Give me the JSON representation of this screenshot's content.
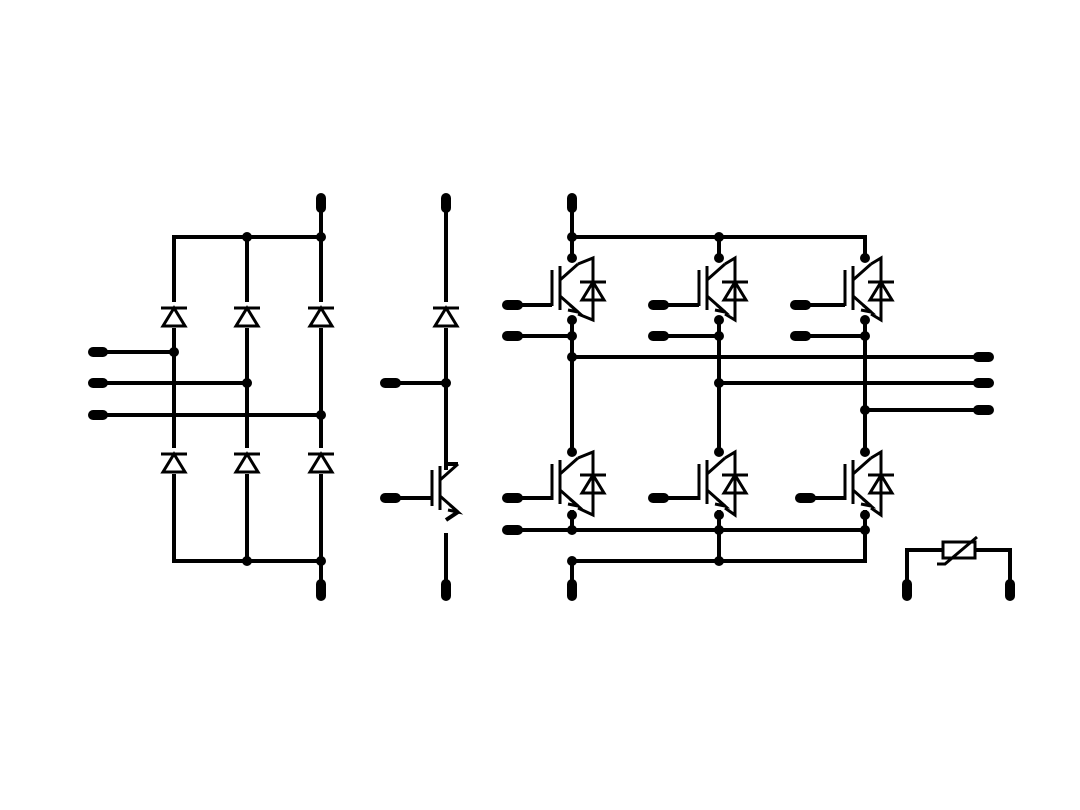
{
  "diagram": {
    "kind": "power-module-schematic",
    "line_color": "#000000",
    "background": "#ffffff",
    "blocks": [
      {
        "id": "rectifier",
        "description_icon": "three-phase-diode-bridge"
      },
      {
        "id": "brake-chopper",
        "description_icon": "diode-igbt-chopper"
      },
      {
        "id": "inverter",
        "description_icon": "six-igbt-inverter"
      },
      {
        "id": "thermistor",
        "description_icon": "ntc-thermistor"
      }
    ]
  }
}
